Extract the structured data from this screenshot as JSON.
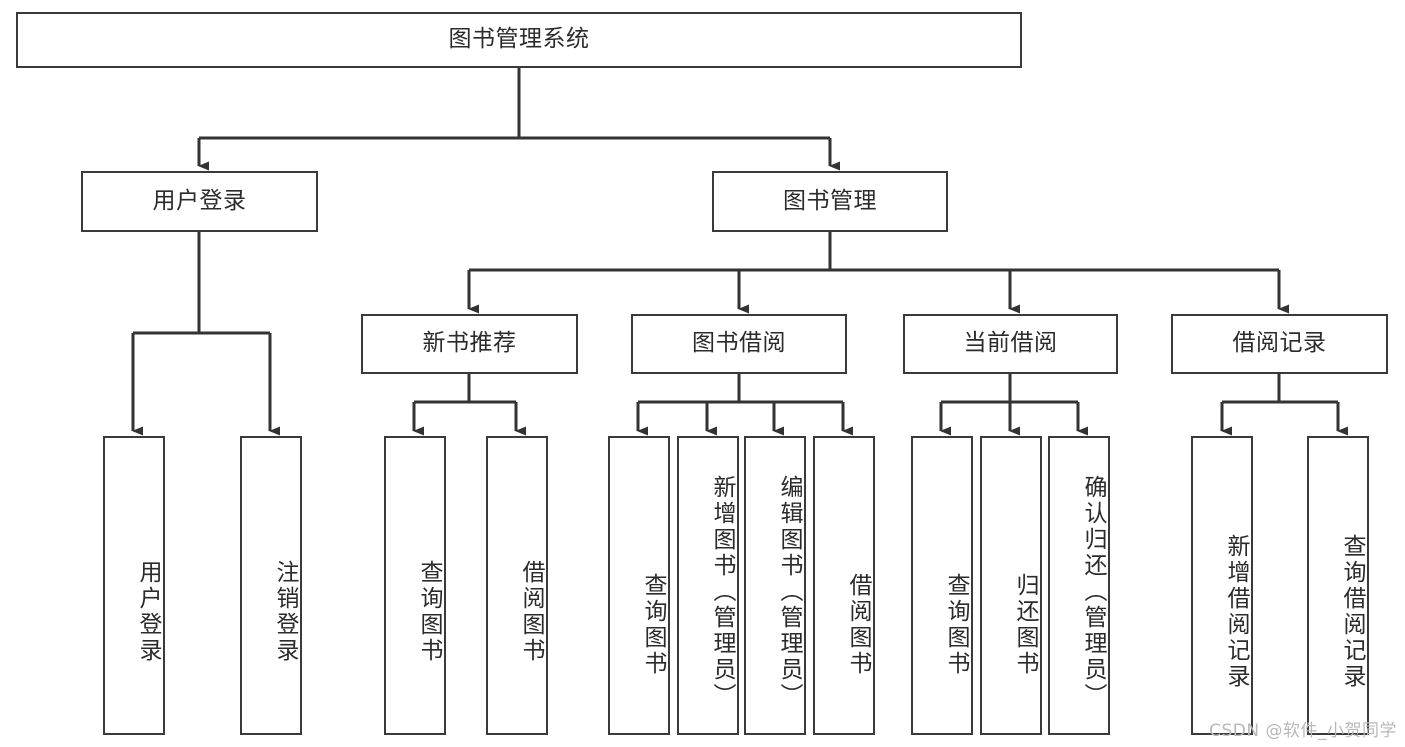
{
  "diagram": {
    "type": "tree-hierarchy-chart",
    "title": "图书管理系统",
    "watermark": "CSDN @软件_小贺同学",
    "colors": {
      "box_border": "#3a3a3a",
      "box_fill": "#ffffff",
      "edge": "#333333",
      "text": "#2b2b2b",
      "watermark": "#b9b9b9",
      "background": "#ffffff"
    },
    "root": {
      "label": "图书管理系统"
    },
    "level1": [
      {
        "key": "user_login",
        "label": "用户登录"
      },
      {
        "key": "book_manage",
        "label": "图书管理"
      }
    ],
    "level2": [
      {
        "key": "new_book_rec",
        "label": "新书推荐"
      },
      {
        "key": "book_borrow",
        "label": "图书借阅"
      },
      {
        "key": "current_borrow",
        "label": "当前借阅"
      },
      {
        "key": "borrow_record",
        "label": "借阅记录"
      }
    ],
    "leaves": {
      "user_login": [
        {
          "label": "用户登录"
        },
        {
          "label": "注销登录"
        }
      ],
      "new_book_rec": [
        {
          "label": "查询图书"
        },
        {
          "label": "借阅图书"
        }
      ],
      "book_borrow": [
        {
          "label": "查询图书"
        },
        {
          "label": "新增图书（管理员）"
        },
        {
          "label": "编辑图书（管理员）"
        },
        {
          "label": "借阅图书"
        }
      ],
      "current_borrow": [
        {
          "label": "查询图书"
        },
        {
          "label": "归还图书"
        },
        {
          "label": "确认归还（管理员）"
        }
      ],
      "borrow_record": [
        {
          "label": "新增借阅记录"
        },
        {
          "label": "查询借阅记录"
        }
      ]
    }
  }
}
